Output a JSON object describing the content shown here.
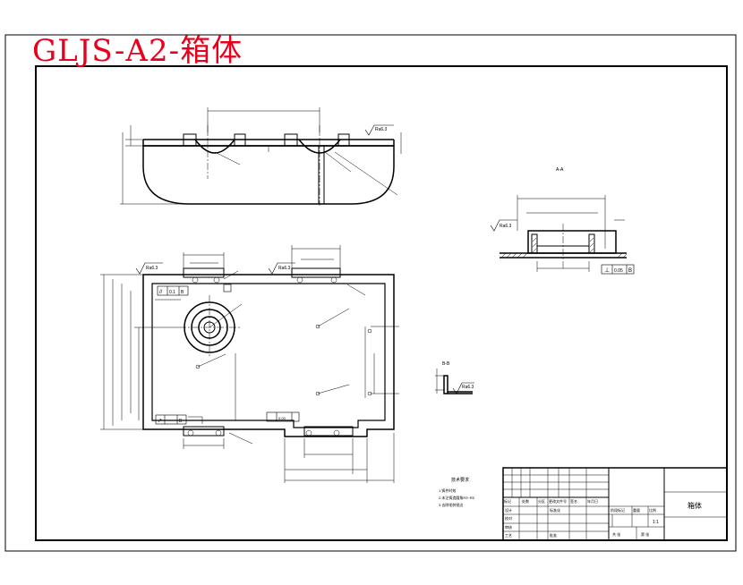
{
  "watermark": {
    "title": "GLJS-A2-箱体",
    "color": "#e8001c"
  },
  "views": {
    "section_aa_label": "A-A",
    "section_bb_label": "B-B"
  },
  "roughness": {
    "value": "Ra6.3"
  },
  "tolerance_frames": {
    "parallel": {
      "symbol": "//",
      "value": "0.1",
      "datum": "B"
    },
    "perpendicular": {
      "symbol": "⊥",
      "value": "0.05",
      "datum": "B"
    },
    "position": {
      "symbol": "↗",
      "value": "0.05",
      "datum": "B"
    },
    "flatness": {
      "value": "0.03"
    }
  },
  "technical_requirements": {
    "heading": "技术要求",
    "lines": [
      "1.铸件时效",
      "2.未注铸造圆角R3~R5",
      "3.去除毛刺锐边"
    ]
  },
  "title_block": {
    "part_name": "箱体",
    "header_cells": [
      "标记",
      "处数",
      "分区",
      "更改文件号",
      "签名",
      "年月日"
    ],
    "rows": [
      "设计",
      "校对",
      "审核",
      "工艺"
    ],
    "std": "标准化",
    "approve": "批准",
    "stage": "阶段标记",
    "weight": "重量",
    "scale_label": "比例",
    "scale": "1:1",
    "sheets": "共 张",
    "sheet_no": "第 张"
  },
  "colors": {
    "line": "#000000",
    "paper": "#ffffff",
    "red": "#e8001c"
  }
}
